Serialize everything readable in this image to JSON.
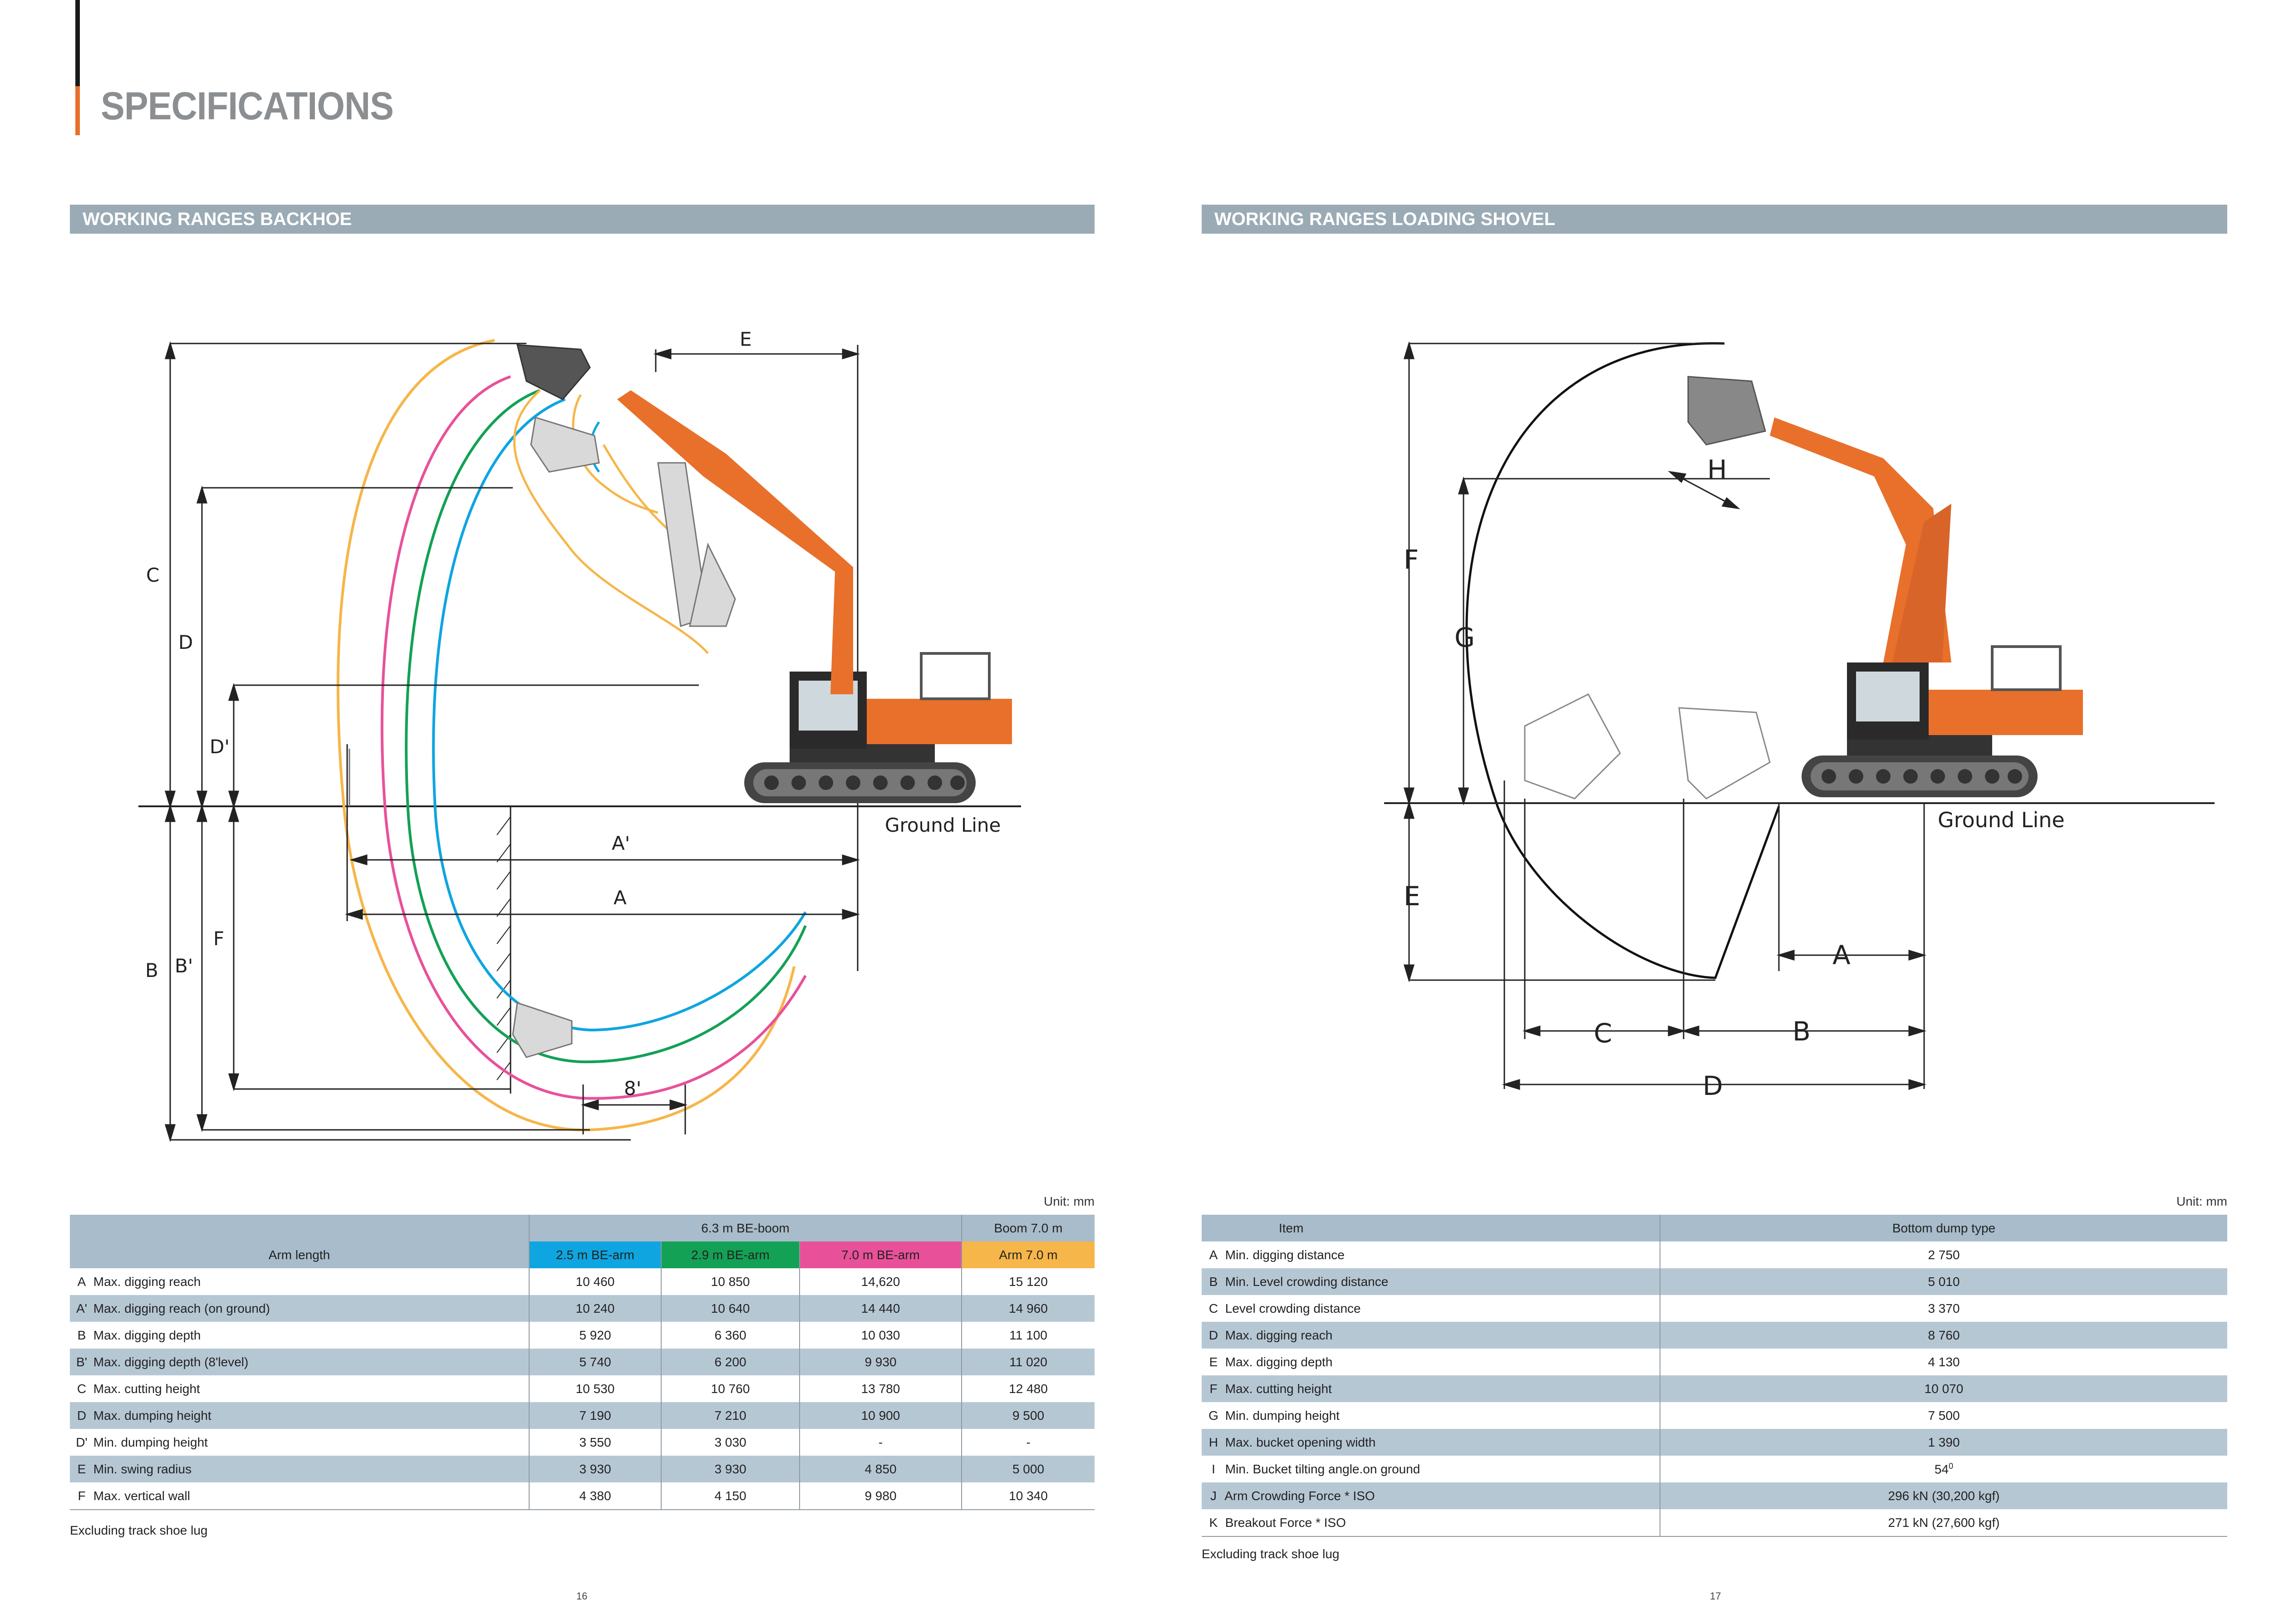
{
  "page_title": "SPECIFICATIONS",
  "left": {
    "section_title": "WORKING RANGES BACKHOE",
    "diagram_labels": {
      "A": "A",
      "A_prime": "A'",
      "B": "B",
      "B_prime": "B'",
      "C": "C",
      "D": "D",
      "D_prime": "D'",
      "E": "E",
      "F": "F",
      "eight_prime": "8'",
      "ground_line": "Ground Line"
    },
    "unit": "Unit: mm",
    "table": {
      "group_header_1": "6.3 m BE-boom",
      "group_header_2": "Boom 7.0 m",
      "row_header": "Arm length",
      "col_headers": [
        {
          "label": "2.5 m BE-arm",
          "color": "#0ea5e0"
        },
        {
          "label": "2.9 m BE-arm",
          "color": "#13a155"
        },
        {
          "label": "7.0 m BE-arm",
          "color": "#e8519a"
        },
        {
          "label": "Arm 7.0 m",
          "color": "#f6b649"
        }
      ],
      "rows": [
        {
          "code": "A",
          "label": "Max. digging reach",
          "v1": "10 460",
          "v2": "10 850",
          "v3": "14,620",
          "v4": "15 120"
        },
        {
          "code": "A'",
          "label": "Max. digging reach (on ground)",
          "v1": "10 240",
          "v2": "10 640",
          "v3": "14 440",
          "v4": "14 960"
        },
        {
          "code": "B",
          "label": "Max. digging depth",
          "v1": "5 920",
          "v2": "6 360",
          "v3": "10 030",
          "v4": "11 100"
        },
        {
          "code": "B'",
          "label": "Max. digging depth (8'level)",
          "v1": "5 740",
          "v2": "6 200",
          "v3": "9 930",
          "v4": "11 020"
        },
        {
          "code": "C",
          "label": "Max. cutting height",
          "v1": "10 530",
          "v2": "10 760",
          "v3": "13 780",
          "v4": "12 480"
        },
        {
          "code": "D",
          "label": "Max. dumping height",
          "v1": "7 190",
          "v2": "7 210",
          "v3": "10 900",
          "v4": "9 500"
        },
        {
          "code": "D'",
          "label": "Min. dumping height",
          "v1": "3 550",
          "v2": "3 030",
          "v3": "-",
          "v4": "-"
        },
        {
          "code": "E",
          "label": "Min. swing radius",
          "v1": "3 930",
          "v2": "3 930",
          "v3": "4 850",
          "v4": "5 000"
        },
        {
          "code": "F",
          "label": "Max. vertical wall",
          "v1": "4 380",
          "v2": "4 150",
          "v3": "9 980",
          "v4": "10 340"
        }
      ]
    },
    "footnote": "Excluding track shoe lug",
    "page_number": "16"
  },
  "right": {
    "section_title": "WORKING RANGES LOADING SHOVEL",
    "diagram_labels": {
      "A": "A",
      "B": "B",
      "C": "C",
      "D": "D",
      "E": "E",
      "F": "F",
      "G": "G",
      "H": "H",
      "ground_line": "Ground Line"
    },
    "unit": "Unit: mm",
    "table": {
      "header_item": "Item",
      "header_value": "Bottom dump type",
      "rows": [
        {
          "code": "A",
          "label": "Min. digging distance",
          "value": "2 750"
        },
        {
          "code": "B",
          "label": "Min. Level crowding distance",
          "value": "5 010"
        },
        {
          "code": "C",
          "label": "Level crowding distance",
          "value": "3 370"
        },
        {
          "code": "D",
          "label": "Max. digging reach",
          "value": "8 760"
        },
        {
          "code": "E",
          "label": "Max. digging depth",
          "value": "4 130"
        },
        {
          "code": "F",
          "label": "Max. cutting height",
          "value": "10 070"
        },
        {
          "code": "G",
          "label": "Min. dumping height",
          "value": "7 500"
        },
        {
          "code": "H",
          "label": "Max. bucket opening width",
          "value": "1 390"
        },
        {
          "code": "I",
          "label": "Min. Bucket tilting angle.on ground",
          "value": "54",
          "value_sup": "0"
        },
        {
          "code": "J",
          "label": "Arm Crowding Force * ISO",
          "value": "296 kN (30,200 kgf)"
        },
        {
          "code": "K",
          "label": "Breakout Force * ISO",
          "value": "271 kN (27,600 kgf)"
        }
      ]
    },
    "footnote": "Excluding track shoe lug",
    "page_number": "17"
  },
  "colors": {
    "section_bar": "#9aabb5",
    "row_shade": "#b6c7d4",
    "arm_2_5": "#0ea5e0",
    "arm_2_9": "#13a155",
    "arm_7_0_be": "#e8519a",
    "arm_7_0": "#f6b649",
    "machine_orange": "#e8702a"
  }
}
